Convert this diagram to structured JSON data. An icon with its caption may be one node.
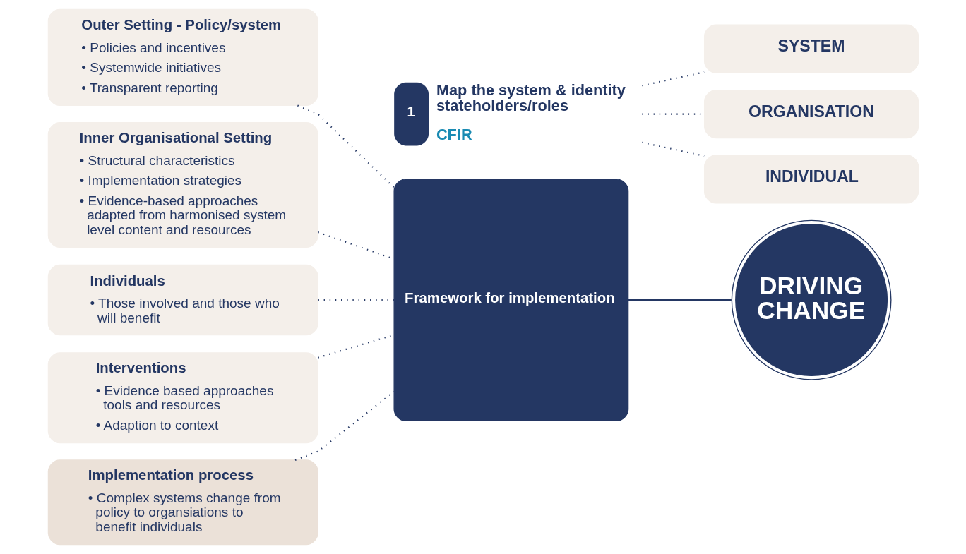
{
  "diagram": {
    "nodes": [
      {
        "text": [
          "Outer Setting - Policy/system",
          "• Policies and incentives",
          "• Systemwide initiatives",
          "• Transparent reporting"
        ]
      },
      {
        "text": [
          "Inner Organisational Setting",
          "• Structural characteristics",
          "• Implementation strategies",
          "• Evidence-based approaches adapted from harmonised system level content and resources"
        ]
      },
      {
        "text": [
          "Individuals",
          "• Those involved and those who will benefit"
        ]
      },
      {
        "text": [
          "Interventions",
          "• Evidence based approaches tools and resources",
          "• Adaption to context"
        ]
      },
      {
        "text": [
          "Implementation process",
          "• Complex systems change from policy to organsiations to benefit individuals"
        ]
      },
      {
        "text": [
          "Framework for implementation"
        ]
      },
      {
        "text": [
          "1"
        ],
        "beside": [
          "Map the system & identity stateholders/roles",
          "CFIR"
        ]
      },
      {
        "text": [
          "SYSTEM"
        ]
      },
      {
        "text": [
          "ORGANISATION"
        ]
      },
      {
        "text": [
          "INDIVIDUAL"
        ]
      },
      {
        "text": [
          "DRIVING CHANGE"
        ]
      }
    ],
    "edges": [
      {
        "from": 0,
        "to": 5,
        "arrow": "none",
        "style": "dashed"
      },
      {
        "from": 1,
        "to": 5,
        "arrow": "none",
        "style": "dashed"
      },
      {
        "from": 2,
        "to": 5,
        "arrow": "none",
        "style": "dashed"
      },
      {
        "from": 3,
        "to": 5,
        "arrow": "none",
        "style": "dashed"
      },
      {
        "from": 4,
        "to": 5,
        "arrow": "none",
        "style": "dashed"
      },
      {
        "from": 5,
        "to": 10,
        "arrow": "none"
      },
      {
        "from": 6,
        "to": 7,
        "arrow": "none",
        "style": "dashed"
      },
      {
        "from": 6,
        "to": 8,
        "arrow": "none",
        "style": "dashed"
      },
      {
        "from": 6,
        "to": 9,
        "arrow": "none",
        "style": "dashed"
      }
    ]
  }
}
